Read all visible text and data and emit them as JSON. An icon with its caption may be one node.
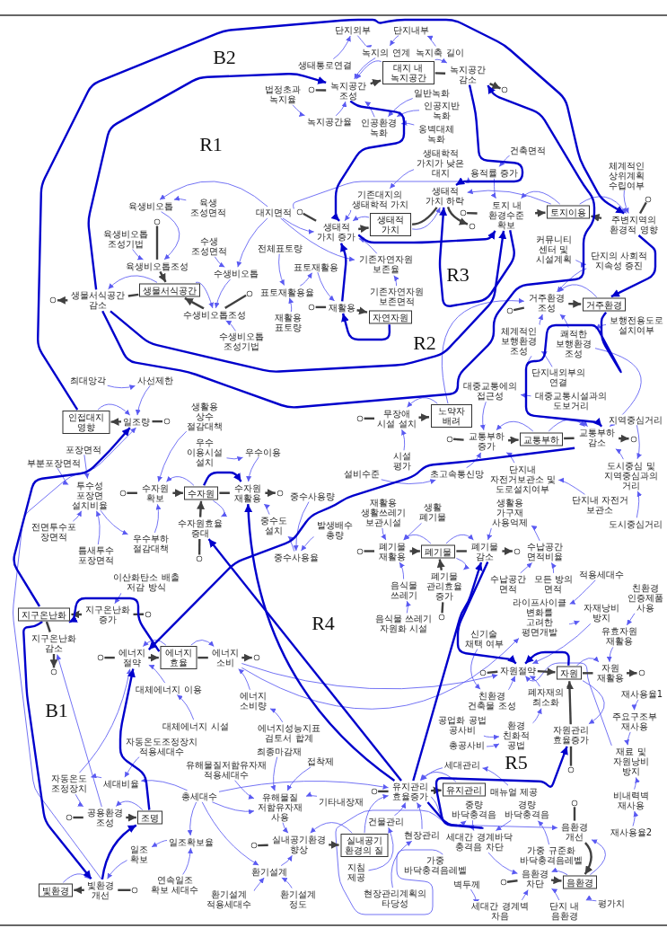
{
  "diagram": {
    "nodes": [
      {
        "text": [
          "단지외부"
        ]
      },
      {
        "text": [
          "단지내부"
        ]
      },
      {
        "text": [
          "생태통로연결"
        ]
      },
      {
        "text": [
          "녹지의 연계"
        ]
      },
      {
        "text": [
          "녹지축 길이"
        ]
      },
      {
        "text": [
          "법정초과 녹지율"
        ]
      },
      {
        "text": [],
        "shape": "circle"
      },
      {
        "text": [
          "녹지공간 조성"
        ]
      },
      {
        "text": [
          "대지 내 녹지공간"
        ]
      },
      {
        "text": [
          "녹지공간 감소"
        ]
      },
      {
        "text": [],
        "shape": "circle"
      },
      {
        "text": [
          "녹지공간율"
        ]
      },
      {
        "text": [
          "일반녹화"
        ]
      },
      {
        "text": [
          "인공환경 녹화"
        ]
      },
      {
        "text": [
          "인공지반 녹화"
        ]
      },
      {
        "text": [
          "옹벽대체 녹화"
        ]
      },
      {
        "text": [
          "건축면적"
        ]
      },
      {
        "text": [
          "생태학적 가치가 낮은 대지"
        ]
      },
      {
        "text": [
          "체계적인 상위계획 수립여부"
        ]
      },
      {
        "text": [
          "용적률 증가"
        ]
      },
      {
        "text": [
          "기존대지의 생태학적 가치"
        ]
      },
      {
        "text": [
          "육생비오톱"
        ]
      },
      {
        "text": [
          "육생 조성면적"
        ]
      },
      {
        "text": [
          "대지면적"
        ]
      },
      {
        "text": [],
        "shape": "circle"
      },
      {
        "text": [
          "생태적 가치 증가"
        ]
      },
      {
        "text": [
          "생태적 가치"
        ]
      },
      {
        "text": [
          "생태적 가치 하락"
        ]
      },
      {
        "text": [],
        "shape": "circle"
      },
      {
        "text": [],
        "shape": "circle"
      },
      {
        "text": [
          "토지 내 환경수준 확보"
        ]
      },
      {
        "text": [
          "토지이용"
        ]
      },
      {
        "text": [
          "주변지역의 환경적 영향"
        ]
      },
      {
        "text": [],
        "shape": "circle"
      },
      {
        "text": [],
        "shape": "circle"
      },
      {
        "text": [
          "육생비오톱 조성기법"
        ]
      },
      {
        "text": [
          "수생 조성면적"
        ]
      },
      {
        "text": [
          "전체표토량"
        ]
      },
      {
        "text": [
          "기존자연자원 보존율"
        ]
      },
      {
        "text": [
          "커뮤니티 센터 및 시설계획"
        ]
      },
      {
        "text": [
          "단지의 사회적 지속성 증진"
        ]
      },
      {
        "text": [
          "육생비오톱조성"
        ]
      },
      {
        "text": [
          "표토재활용"
        ]
      },
      {
        "text": [
          "수생비오톱"
        ]
      },
      {
        "text": [
          "기존자연자원 보존면적"
        ]
      },
      {
        "text": [
          "표토재활용율"
        ]
      },
      {
        "text": [],
        "shape": "circle"
      },
      {
        "text": [
          "생물서식공간 감소"
        ]
      },
      {
        "text": [
          "생물서식공간"
        ]
      },
      {
        "text": [
          "수생비오톱조성"
        ]
      },
      {
        "text": [],
        "shape": "circle"
      },
      {
        "text": [],
        "shape": "circle"
      },
      {
        "text": [
          "재활용"
        ]
      },
      {
        "text": [
          "자연자원"
        ]
      },
      {
        "text": [
          "재활용 표토량"
        ]
      },
      {
        "text": [
          "수생비오톱 조성기법"
        ]
      },
      {
        "text": [],
        "shape": "circle"
      },
      {
        "text": [
          "거주환경 조성"
        ]
      },
      {
        "text": [
          "거주환경"
        ]
      },
      {
        "text": [
          "보행전용도로 설치여부"
        ]
      },
      {
        "text": [
          "체계적인 보행환경 조성"
        ]
      },
      {
        "text": [
          "쾌적한 보행환경 조성"
        ]
      },
      {
        "text": [
          "단지내외부의 연결"
        ]
      },
      {
        "text": [
          "최대앙각"
        ]
      },
      {
        "text": [
          "사선제한"
        ]
      },
      {
        "text": [
          "대중교통에의 접근성"
        ]
      },
      {
        "text": [
          "대중교통시설과의 도보거리"
        ]
      },
      {
        "text": [
          "생활용 상수 절감대책"
        ]
      },
      {
        "text": [
          "인접대지 영향"
        ]
      },
      {
        "text": [],
        "shape": "circle"
      },
      {
        "text": [
          "일조량"
        ]
      },
      {
        "text": [],
        "shape": "circle"
      },
      {
        "text": [
          "무장애 시설 설치"
        ]
      },
      {
        "text": [
          "노약자 배려"
        ]
      },
      {
        "text": [
          "지역중심거리"
        ]
      },
      {
        "text": [],
        "shape": "circle"
      },
      {
        "text": [
          "교통부하 증가"
        ]
      },
      {
        "text": [
          "교통부하"
        ]
      },
      {
        "text": [
          "교통부하 감소"
        ]
      },
      {
        "text": [],
        "shape": "circle"
      },
      {
        "text": [
          "우수 이용시설 설치"
        ]
      },
      {
        "text": [
          "우수이용"
        ]
      },
      {
        "text": [
          "포장면적"
        ]
      },
      {
        "text": [
          "시설 평가"
        ]
      },
      {
        "text": [
          "설비수준"
        ]
      },
      {
        "text": [
          "초고속통신망"
        ]
      },
      {
        "text": [
          "단지내 자전거보관소 및 도로설치여부"
        ]
      },
      {
        "text": [
          "도시중심 및 지역중심과의 거리"
        ]
      },
      {
        "text": [
          "부분포장면적"
        ]
      },
      {
        "text": [
          "투수성 포장면 설치비율"
        ]
      },
      {
        "text": [],
        "shape": "circle"
      },
      {
        "text": [
          "수자원 확보"
        ]
      },
      {
        "text": [
          "수자원"
        ]
      },
      {
        "text": [
          "수자원 재활용"
        ]
      },
      {
        "text": [],
        "shape": "circle"
      },
      {
        "text": [
          "중수사용량"
        ]
      },
      {
        "text": [
          "단지내 자전거 보관소"
        ]
      },
      {
        "text": [
          "전면투수포장면적"
        ]
      },
      {
        "text": [
          "중수도 설치"
        ]
      },
      {
        "text": [
          "수자원효율 증대"
        ]
      },
      {
        "text": [],
        "shape": "circle"
      },
      {
        "text": [
          "우수부하 절감대책"
        ]
      },
      {
        "text": [
          "틈새투수 포장면적"
        ]
      },
      {
        "text": [
          "중수사용율"
        ]
      },
      {
        "text": [
          "발생배수 총량"
        ]
      },
      {
        "text": [
          "재활용 생활쓰레기 보관시설"
        ]
      },
      {
        "text": [
          "생활 폐기물"
        ]
      },
      {
        "text": [
          "생활용 가구재 사용억제"
        ]
      },
      {
        "text": [
          "도시중심거리"
        ]
      },
      {
        "text": [
          "수납공간 면적비율"
        ]
      },
      {
        "text": [],
        "shape": "circle"
      },
      {
        "text": [
          "폐기물 재활용"
        ]
      },
      {
        "text": [
          "폐기물"
        ]
      },
      {
        "text": [
          "폐기물 감소"
        ]
      },
      {
        "text": [],
        "shape": "circle"
      },
      {
        "text": [
          "이산화탄소 배출 저감 방식"
        ]
      },
      {
        "text": [
          "적용세대수"
        ]
      },
      {
        "text": [
          "음식물 쓰레기"
        ]
      },
      {
        "text": [
          "폐기물 관리효율 증가"
        ]
      },
      {
        "text": [
          "수납공간 면적"
        ]
      },
      {
        "text": [
          "모든 방의 면적"
        ]
      },
      {
        "text": [
          "친환경 인증제품 사용"
        ]
      },
      {
        "text": [
          "지구온난화"
        ]
      },
      {
        "text": [
          "지구온난화 증가"
        ]
      },
      {
        "text": [],
        "shape": "circle"
      },
      {
        "text": [
          "라이프사이클 변화를 고려한 평면개발"
        ]
      },
      {
        "text": [
          "자재낭비 방지"
        ]
      },
      {
        "text": [],
        "shape": "circle"
      },
      {
        "text": [
          "음식물 쓰레기 자원화 시설"
        ]
      },
      {
        "text": [
          "유효자원 재활용"
        ]
      },
      {
        "text": [
          "신기술 채택 여부"
        ]
      },
      {
        "text": [
          "지구온난화 감소"
        ]
      },
      {
        "text": [],
        "shape": "circle"
      },
      {
        "text": [],
        "shape": "circle"
      },
      {
        "text": [
          "에너지 절약"
        ]
      },
      {
        "text": [
          "에너지 효율"
        ]
      },
      {
        "text": [
          "에너지 소비"
        ]
      },
      {
        "text": [],
        "shape": "circle"
      },
      {
        "text": [],
        "shape": "circle"
      },
      {
        "text": [
          "자원절약"
        ]
      },
      {
        "text": [
          "자원"
        ]
      },
      {
        "text": [
          "자원 재활용"
        ]
      },
      {
        "text": [],
        "shape": "circle"
      },
      {
        "text": [
          "대체에너지 이용"
        ]
      },
      {
        "text": [
          "재사용율1"
        ]
      },
      {
        "text": [
          "친환경 건축물 조성"
        ]
      },
      {
        "text": [
          "폐자재의 최소화"
        ]
      },
      {
        "text": [
          "에너지 소비량"
        ]
      },
      {
        "text": [
          "공업화 공법 공사비"
        ]
      },
      {
        "text": [
          "주요구조부 재사용"
        ]
      },
      {
        "text": [
          "대체에너지 시설"
        ]
      },
      {
        "text": [
          "환경 친화적 공법"
        ]
      },
      {
        "text": [
          "에너지성능지표 검토서 합계"
        ]
      },
      {
        "text": [
          "자원관리 효율증가"
        ]
      },
      {
        "text": [
          "총공사비"
        ]
      },
      {
        "text": [
          "자동온도조정장치 적용세대수"
        ]
      },
      {
        "text": [
          "유해물질저함유자재 적용세대수"
        ]
      },
      {
        "text": [
          "최종마감재"
        ]
      },
      {
        "text": [
          "접착제"
        ]
      },
      {
        "text": [
          "재료 및 자원낭비 방지"
        ]
      },
      {
        "text": [
          "세대관리"
        ]
      },
      {
        "text": [
          "자동온도 조정장치"
        ]
      },
      {
        "text": [
          "세대비율"
        ]
      },
      {
        "text": [],
        "shape": "circle"
      },
      {
        "text": [
          "총세대수"
        ]
      },
      {
        "text": [
          "매뉴얼 제공"
        ]
      },
      {
        "text": [],
        "shape": "circle"
      },
      {
        "text": [
          "유지관리 효율증가"
        ]
      },
      {
        "text": [
          "유지관리"
        ]
      },
      {
        "text": [
          "기타내장재"
        ]
      },
      {
        "text": [
          "비내력벽 재사용"
        ]
      },
      {
        "text": [
          "유해물질 저함유자재 사용"
        ]
      },
      {
        "text": [],
        "shape": "circle"
      },
      {
        "text": [
          "공용환경 조성"
        ]
      },
      {
        "text": [
          "조명"
        ]
      },
      {
        "text": [
          "건물관리"
        ]
      },
      {
        "text": [
          "현장관리"
        ]
      },
      {
        "text": [
          "중량 바닥충격음"
        ]
      },
      {
        "text": [
          "경량 바닥충격음"
        ]
      },
      {
        "text": [
          "재사용율2"
        ]
      },
      {
        "text": [],
        "shape": "circle"
      },
      {
        "text": [
          "일조확보율"
        ]
      },
      {
        "text": [],
        "shape": "circle"
      },
      {
        "text": [
          "실내공기환경 향상"
        ]
      },
      {
        "text": [
          "실내공기 환경의 질"
        ]
      },
      {
        "text": [
          "음환경 개선"
        ]
      },
      {
        "text": [
          "가중 규준화 바닥충격음레벨"
        ]
      },
      {
        "text": [
          "일조 확보"
        ]
      },
      {
        "text": [
          "세대간 경계바닥 충격음 차단"
        ]
      },
      {
        "text": [
          "가중 바닥충격음레벨"
        ]
      },
      {
        "text": [
          "환기설계"
        ]
      },
      {
        "text": [
          "지침 제공"
        ]
      },
      {
        "text": [
          "현장관리계획의 타당성"
        ]
      },
      {
        "text": [],
        "shape": "circle"
      },
      {
        "text": [
          "음환경 차단"
        ]
      },
      {
        "text": [
          "음환경"
        ]
      },
      {
        "text": [
          "빛환경"
        ]
      },
      {
        "text": [
          "빛환경 개선"
        ]
      },
      {
        "text": [],
        "shape": "circle"
      },
      {
        "text": [
          "연속일조 확보 세대수"
        ]
      },
      {
        "text": [
          "환기설계 적용세대수"
        ]
      },
      {
        "text": [
          "환기설계 정도"
        ]
      },
      {
        "text": [
          "벽두께"
        ]
      },
      {
        "text": [
          "평가치"
        ]
      },
      {
        "text": [
          "세대간 경계벽 차음"
        ]
      },
      {
        "text": [
          "단지 내 음환경"
        ]
      }
    ],
    "edges": [
      {
        "from": 2,
        "to": 0,
        "arrow": "to"
      },
      {
        "from": 4,
        "to": 1,
        "arrow": "to"
      },
      {
        "from": 0,
        "to": 3,
        "arrow": "to"
      },
      {
        "from": 1,
        "to": 3,
        "arrow": "to"
      },
      {
        "from": 3,
        "to": 7,
        "arrow": "to"
      },
      {
        "from": 5,
        "to": 11,
        "arrow": "to"
      },
      {
        "from": 11,
        "to": 7,
        "arrow": "to"
      },
      {
        "from": 13,
        "to": 7,
        "arrow": "to"
      },
      {
        "from": 12,
        "to": 13,
        "arrow": "to"
      },
      {
        "from": 14,
        "to": 13,
        "arrow": "to"
      },
      {
        "from": 15,
        "to": 13,
        "arrow": "to"
      },
      {
        "from": 8,
        "to": 7,
        "arrow": "to"
      },
      {
        "from": 8,
        "to": 9,
        "arrow": "to"
      },
      {
        "from": 6,
        "to": 7,
        "arrow": "none",
        "style": "thick",
        "color": "#404040"
      },
      {
        "from": 7,
        "to": 8,
        "arrow": "to",
        "style": "thick",
        "color": "#404040"
      },
      {
        "from": 8,
        "to": 9,
        "arrow": "none",
        "style": "thick",
        "color": "#404040"
      },
      {
        "from": 9,
        "to": 10,
        "arrow": "to",
        "style": "thick",
        "color": "#404040"
      },
      {
        "from": 17,
        "to": 20,
        "arrow": "to"
      },
      {
        "from": 20,
        "to": 25,
        "arrow": "to"
      },
      {
        "from": 23,
        "to": 25,
        "arrow": "to"
      },
      {
        "from": 38,
        "to": 25,
        "arrow": "to"
      },
      {
        "from": 44,
        "to": 38,
        "arrow": "to"
      },
      {
        "from": 23,
        "to": 38,
        "arrow": "to"
      },
      {
        "from": 26,
        "to": 25,
        "arrow": "to"
      },
      {
        "from": 26,
        "to": 27,
        "arrow": "to"
      },
      {
        "from": 16,
        "to": 19,
        "arrow": "to"
      },
      {
        "from": 23,
        "to": 19,
        "arrow": "to"
      },
      {
        "from": 19,
        "to": 30,
        "arrow": "to"
      },
      {
        "from": 31,
        "to": 30,
        "arrow": "to"
      },
      {
        "from": 31,
        "to": 27,
        "arrow": "to"
      },
      {
        "from": 18,
        "to": 32,
        "arrow": "to"
      },
      {
        "from": 31,
        "to": 32,
        "arrow": "to"
      },
      {
        "from": 24,
        "to": 25,
        "arrow": "none",
        "style": "thick",
        "color": "#404040"
      },
      {
        "from": 25,
        "to": 26,
        "arrow": "to",
        "style": "thick",
        "color": "#404040"
      },
      {
        "from": 26,
        "to": 27,
        "arrow": "none",
        "style": "thick",
        "color": "#404040"
      },
      {
        "from": 27,
        "to": 28,
        "arrow": "to",
        "style": "thick",
        "color": "#404040"
      },
      {
        "from": 29,
        "to": 30,
        "arrow": "none",
        "style": "thick",
        "color": "#404040"
      },
      {
        "from": 30,
        "to": 31,
        "arrow": "to",
        "style": "thick",
        "color": "#404040"
      },
      {
        "from": 33,
        "to": 32,
        "arrow": "none",
        "style": "thick",
        "color": "#404040"
      },
      {
        "from": 32,
        "to": 31,
        "arrow": "to",
        "style": "thick",
        "color": "#404040"
      },
      {
        "from": 22,
        "to": 21,
        "arrow": "to"
      },
      {
        "from": 21,
        "to": 41,
        "arrow": "to"
      },
      {
        "from": 35,
        "to": 41,
        "arrow": "to"
      },
      {
        "from": 23,
        "to": 21,
        "arrow": "to"
      },
      {
        "from": 36,
        "to": 43,
        "arrow": "to"
      },
      {
        "from": 23,
        "to": 43,
        "arrow": "to"
      },
      {
        "from": 43,
        "to": 49,
        "arrow": "to"
      },
      {
        "from": 55,
        "to": 49,
        "arrow": "to"
      },
      {
        "from": 48,
        "to": 47,
        "arrow": "to"
      },
      {
        "from": 48,
        "to": 49,
        "arrow": "to"
      },
      {
        "from": 34,
        "to": 41,
        "arrow": "none",
        "style": "thick",
        "color": "#404040"
      },
      {
        "from": 41,
        "to": 48,
        "arrow": "to",
        "style": "thick",
        "color": "#404040"
      },
      {
        "from": 48,
        "to": 47,
        "arrow": "none",
        "style": "thick",
        "color": "#404040"
      },
      {
        "from": 47,
        "to": 46,
        "arrow": "to",
        "style": "thick",
        "color": "#404040"
      },
      {
        "from": 50,
        "to": 49,
        "arrow": "none",
        "style": "thick",
        "color": "#404040"
      },
      {
        "from": 49,
        "to": 48,
        "arrow": "to",
        "style": "thick",
        "color": "#404040"
      },
      {
        "from": 37,
        "to": 45,
        "arrow": "to"
      },
      {
        "from": 54,
        "to": 45,
        "arrow": "to"
      },
      {
        "from": 45,
        "to": 42,
        "arrow": "to"
      },
      {
        "from": 42,
        "to": 52,
        "arrow": "to"
      },
      {
        "from": 51,
        "to": 52,
        "arrow": "none",
        "style": "thick",
        "color": "#404040"
      },
      {
        "from": 52,
        "to": 53,
        "arrow": "to",
        "style": "thick",
        "color": "#404040"
      },
      {
        "from": 39,
        "to": 40,
        "arrow": "to"
      },
      {
        "from": 40,
        "to": 57,
        "arrow": "to"
      },
      {
        "from": 60,
        "to": 57,
        "arrow": "to"
      },
      {
        "from": 61,
        "to": 57,
        "arrow": "to"
      },
      {
        "from": 62,
        "to": 60,
        "arrow": "to"
      },
      {
        "from": 59,
        "to": 61,
        "arrow": "to"
      },
      {
        "from": 58,
        "to": 57,
        "arrow": "to"
      },
      {
        "from": 73,
        "to": 57,
        "arrow": "to"
      },
      {
        "from": 61,
        "to": 78,
        "arrow": "to"
      },
      {
        "from": 60,
        "to": 78,
        "arrow": "to"
      },
      {
        "from": 66,
        "to": 65,
        "arrow": "to"
      },
      {
        "from": 65,
        "to": 76,
        "arrow": "to"
      },
      {
        "from": 77,
        "to": 76,
        "arrow": "to"
      },
      {
        "from": 77,
        "to": 78,
        "arrow": "to"
      },
      {
        "from": 86,
        "to": 76,
        "arrow": "to"
      },
      {
        "from": 96,
        "to": 86,
        "arrow": "to"
      },
      {
        "from": 87,
        "to": 78,
        "arrow": "to"
      },
      {
        "from": 74,
        "to": 87,
        "arrow": "to"
      },
      {
        "from": 108,
        "to": 87,
        "arrow": "to"
      },
      {
        "from": 85,
        "to": 76,
        "arrow": "to"
      },
      {
        "from": 84,
        "to": 85,
        "arrow": "to"
      },
      {
        "from": 83,
        "to": 72,
        "arrow": "to"
      },
      {
        "from": 73,
        "to": 72,
        "arrow": "to"
      },
      {
        "from": 56,
        "to": 57,
        "arrow": "none",
        "style": "thick",
        "color": "#404040"
      },
      {
        "from": 57,
        "to": 58,
        "arrow": "to",
        "style": "thick",
        "color": "#404040"
      },
      {
        "from": 71,
        "to": 72,
        "arrow": "none",
        "style": "thick",
        "color": "#404040"
      },
      {
        "from": 72,
        "to": 73,
        "arrow": "to",
        "style": "thick",
        "color": "#404040"
      },
      {
        "from": 75,
        "to": 76,
        "arrow": "none",
        "style": "thick",
        "color": "#404040"
      },
      {
        "from": 76,
        "to": 77,
        "arrow": "to",
        "style": "thick",
        "color": "#404040"
      },
      {
        "from": 77,
        "to": 78,
        "arrow": "none",
        "style": "thick",
        "color": "#404040"
      },
      {
        "from": 78,
        "to": 79,
        "arrow": "to",
        "style": "thick",
        "color": "#404040"
      },
      {
        "from": 63,
        "to": 64,
        "arrow": "to"
      },
      {
        "from": 64,
        "to": 70,
        "arrow": "to"
      },
      {
        "from": 68,
        "to": 70,
        "arrow": "to"
      },
      {
        "from": 197,
        "to": 70,
        "arrow": "to"
      },
      {
        "from": 69,
        "to": 70,
        "arrow": "none",
        "style": "thick",
        "color": "#404040"
      },
      {
        "from": 70,
        "to": 68,
        "arrow": "to",
        "style": "thick",
        "color": "#404040"
      },
      {
        "from": 67,
        "to": 91,
        "arrow": "to"
      },
      {
        "from": 80,
        "to": 81,
        "arrow": "to"
      },
      {
        "from": 81,
        "to": 93,
        "arrow": "to"
      },
      {
        "from": 89,
        "to": 101,
        "arrow": "to"
      },
      {
        "from": 101,
        "to": 91,
        "arrow": "to"
      },
      {
        "from": 82,
        "to": 89,
        "arrow": "to"
      },
      {
        "from": 88,
        "to": 89,
        "arrow": "to"
      },
      {
        "from": 97,
        "to": 89,
        "arrow": "to"
      },
      {
        "from": 102,
        "to": 89,
        "arrow": "to"
      },
      {
        "from": 92,
        "to": 91,
        "arrow": "to"
      },
      {
        "from": 95,
        "to": 103,
        "arrow": "to"
      },
      {
        "from": 103,
        "to": 98,
        "arrow": "to"
      },
      {
        "from": 98,
        "to": 93,
        "arrow": "to"
      },
      {
        "from": 92,
        "to": 99,
        "arrow": "to"
      },
      {
        "from": 104,
        "to": 103,
        "arrow": "to"
      },
      {
        "from": 115,
        "to": 123,
        "arrow": "to"
      },
      {
        "from": 90,
        "to": 91,
        "arrow": "none",
        "style": "thick",
        "color": "#404040"
      },
      {
        "from": 91,
        "to": 92,
        "arrow": "to",
        "style": "thick",
        "color": "#404040"
      },
      {
        "from": 92,
        "to": 93,
        "arrow": "none",
        "style": "thick",
        "color": "#404040"
      },
      {
        "from": 93,
        "to": 94,
        "arrow": "to",
        "style": "thick",
        "color": "#404040"
      },
      {
        "from": 100,
        "to": 99,
        "arrow": "none",
        "style": "thick",
        "color": "#404040"
      },
      {
        "from": 99,
        "to": 92,
        "arrow": "to",
        "style": "thick",
        "color": "#404040"
      },
      {
        "from": 105,
        "to": 111,
        "arrow": "to"
      },
      {
        "from": 106,
        "to": 111,
        "arrow": "to"
      },
      {
        "from": 112,
        "to": 111,
        "arrow": "to"
      },
      {
        "from": 112,
        "to": 113,
        "arrow": "to"
      },
      {
        "from": 117,
        "to": 111,
        "arrow": "to"
      },
      {
        "from": 128,
        "to": 117,
        "arrow": "to"
      },
      {
        "from": 109,
        "to": 107,
        "arrow": "to"
      },
      {
        "from": 107,
        "to": 113,
        "arrow": "to"
      },
      {
        "from": 119,
        "to": 109,
        "arrow": "to"
      },
      {
        "from": 120,
        "to": 109,
        "arrow": "to"
      },
      {
        "from": 116,
        "to": 125,
        "arrow": "to"
      },
      {
        "from": 121,
        "to": 129,
        "arrow": "to"
      },
      {
        "from": 112,
        "to": 118,
        "arrow": "to"
      },
      {
        "from": 110,
        "to": 111,
        "arrow": "none",
        "style": "thick",
        "color": "#404040"
      },
      {
        "from": 111,
        "to": 112,
        "arrow": "to",
        "style": "thick",
        "color": "#404040"
      },
      {
        "from": 112,
        "to": 113,
        "arrow": "none",
        "style": "thick",
        "color": "#404040"
      },
      {
        "from": 113,
        "to": 114,
        "arrow": "to",
        "style": "thick",
        "color": "#404040"
      },
      {
        "from": 127,
        "to": 118,
        "arrow": "none",
        "style": "thick",
        "color": "#404040"
      },
      {
        "from": 118,
        "to": 112,
        "arrow": "to",
        "style": "thick",
        "color": "#404040"
      },
      {
        "from": 125,
        "to": 126,
        "arrow": "to"
      },
      {
        "from": 126,
        "to": 139,
        "arrow": "to"
      },
      {
        "from": 130,
        "to": 145,
        "arrow": "to"
      },
      {
        "from": 145,
        "to": 139,
        "arrow": "to"
      },
      {
        "from": 146,
        "to": 139,
        "arrow": "to"
      },
      {
        "from": 151,
        "to": 146,
        "arrow": "to"
      },
      {
        "from": 148,
        "to": 151,
        "arrow": "to"
      },
      {
        "from": 154,
        "to": 151,
        "arrow": "to"
      },
      {
        "from": 140,
        "to": 141,
        "arrow": "to"
      },
      {
        "from": 129,
        "to": 141,
        "arrow": "to"
      },
      {
        "from": 144,
        "to": 149,
        "arrow": "to"
      },
      {
        "from": 149,
        "to": 159,
        "arrow": "to"
      },
      {
        "from": 170,
        "to": 159,
        "arrow": "to"
      },
      {
        "from": 179,
        "to": 170,
        "arrow": "to"
      },
      {
        "from": 159,
        "to": 139,
        "arrow": "to"
      },
      {
        "from": 140,
        "to": 153,
        "arrow": "to"
      },
      {
        "from": 136,
        "to": 139,
        "arrow": "to"
      },
      {
        "from": 136,
        "to": 125,
        "arrow": "to"
      },
      {
        "from": 138,
        "to": 139,
        "arrow": "none",
        "style": "thick",
        "color": "#404040"
      },
      {
        "from": 139,
        "to": 140,
        "arrow": "to",
        "style": "thick",
        "color": "#404040"
      },
      {
        "from": 140,
        "to": 141,
        "arrow": "none",
        "style": "thick",
        "color": "#404040"
      },
      {
        "from": 141,
        "to": 142,
        "arrow": "to",
        "style": "thick",
        "color": "#404040"
      },
      {
        "from": 163,
        "to": 153,
        "arrow": "none",
        "style": "thick",
        "color": "#404040"
      },
      {
        "from": 153,
        "to": 140,
        "arrow": "to",
        "style": "thick",
        "color": "#404040"
      },
      {
        "from": 160,
        "to": 167,
        "arrow": "to"
      },
      {
        "from": 165,
        "to": 160,
        "arrow": "to"
      },
      {
        "from": 168,
        "to": 167,
        "arrow": "to"
      },
      {
        "from": 175,
        "to": 167,
        "arrow": "to"
      },
      {
        "from": 176,
        "to": 167,
        "arrow": "to"
      },
      {
        "from": 191,
        "to": 175,
        "arrow": "to"
      },
      {
        "from": 192,
        "to": 176,
        "arrow": "to"
      },
      {
        "from": 184,
        "to": 167,
        "arrow": "to"
      },
      {
        "from": 167,
        "to": 185,
        "arrow": "to"
      },
      {
        "from": 164,
        "to": 167,
        "arrow": "to"
      },
      {
        "from": 166,
        "to": 167,
        "arrow": "none",
        "style": "thick",
        "color": "#404040"
      },
      {
        "from": 167,
        "to": 168,
        "arrow": "to",
        "style": "thick",
        "color": "#404040"
      },
      {
        "from": 177,
        "to": 188,
        "arrow": "to"
      },
      {
        "from": 178,
        "to": 188,
        "arrow": "to"
      },
      {
        "from": 186,
        "to": 178,
        "arrow": "to"
      },
      {
        "from": 189,
        "to": 177,
        "arrow": "to"
      },
      {
        "from": 188,
        "to": 194,
        "arrow": "to"
      },
      {
        "from": 204,
        "to": 194,
        "arrow": "to"
      },
      {
        "from": 205,
        "to": 194,
        "arrow": "to"
      },
      {
        "from": 202,
        "to": 204,
        "arrow": "to"
      },
      {
        "from": 203,
        "to": 205,
        "arrow": "to"
      },
      {
        "from": 195,
        "to": 194,
        "arrow": "to"
      },
      {
        "from": 195,
        "to": 185,
        "arrow": "to"
      },
      {
        "from": 193,
        "to": 194,
        "arrow": "none",
        "style": "thick",
        "color": "#404040"
      },
      {
        "from": 194,
        "to": 195,
        "arrow": "to",
        "style": "thick",
        "color": "#404040"
      },
      {
        "from": 180,
        "to": 185,
        "arrow": "none",
        "style": "thick",
        "color": "#404040"
      },
      {
        "from": 185,
        "to": 195,
        "arrow": "to",
        "style": "thick",
        "color": "#404040"
      },
      {
        "from": 143,
        "to": 134,
        "arrow": "to"
      },
      {
        "from": 150,
        "to": 143,
        "arrow": "to"
      },
      {
        "from": 147,
        "to": 136,
        "arrow": "to"
      },
      {
        "from": 152,
        "to": 147,
        "arrow": "to"
      },
      {
        "from": 135,
        "to": 134,
        "arrow": "to"
      },
      {
        "from": 135,
        "to": 136,
        "arrow": "to"
      },
      {
        "from": 161,
        "to": 134,
        "arrow": "to"
      },
      {
        "from": 155,
        "to": 162,
        "arrow": "to"
      },
      {
        "from": 162,
        "to": 161,
        "arrow": "to"
      },
      {
        "from": 164,
        "to": 162,
        "arrow": "to"
      },
      {
        "from": 164,
        "to": 181,
        "arrow": "to"
      },
      {
        "from": 164,
        "to": 171,
        "arrow": "to"
      },
      {
        "from": 164,
        "to": 190,
        "arrow": "to"
      },
      {
        "from": 156,
        "to": 171,
        "arrow": "to"
      },
      {
        "from": 157,
        "to": 171,
        "arrow": "to"
      },
      {
        "from": 158,
        "to": 171,
        "arrow": "to"
      },
      {
        "from": 169,
        "to": 171,
        "arrow": "to"
      },
      {
        "from": 171,
        "to": 183,
        "arrow": "to"
      },
      {
        "from": 190,
        "to": 183,
        "arrow": "to"
      },
      {
        "from": 184,
        "to": 183,
        "arrow": "to"
      },
      {
        "from": 200,
        "to": 190,
        "arrow": "to"
      },
      {
        "from": 201,
        "to": 190,
        "arrow": "to"
      },
      {
        "from": 181,
        "to": 187,
        "arrow": "to"
      },
      {
        "from": 199,
        "to": 181,
        "arrow": "to"
      },
      {
        "from": 187,
        "to": 197,
        "arrow": "to"
      },
      {
        "from": 161,
        "to": 173,
        "arrow": "to"
      },
      {
        "from": 174,
        "to": 173,
        "arrow": "to"
      },
      {
        "from": 196,
        "to": 197,
        "arrow": "to"
      },
      {
        "from": 173,
        "to": 131,
        "arrow": "to"
      },
      {
        "from": 133,
        "to": 134,
        "arrow": "none",
        "style": "thick",
        "color": "#404040"
      },
      {
        "from": 134,
        "to": 135,
        "arrow": "to",
        "style": "thick",
        "color": "#404040"
      },
      {
        "from": 135,
        "to": 136,
        "arrow": "none",
        "style": "thick",
        "color": "#404040"
      },
      {
        "from": 136,
        "to": 137,
        "arrow": "to",
        "style": "thick",
        "color": "#404040"
      },
      {
        "from": 124,
        "to": 123,
        "arrow": "none",
        "style": "thick",
        "color": "#404040"
      },
      {
        "from": 123,
        "to": 122,
        "arrow": "to",
        "style": "thick",
        "color": "#404040"
      },
      {
        "from": 122,
        "to": 131,
        "arrow": "none",
        "style": "thick",
        "color": "#404040"
      },
      {
        "from": 131,
        "to": 132,
        "arrow": "to",
        "style": "thick",
        "color": "#404040"
      },
      {
        "from": 172,
        "to": 173,
        "arrow": "none",
        "style": "thick",
        "color": "#404040"
      },
      {
        "from": 173,
        "to": 174,
        "arrow": "to",
        "style": "thick",
        "color": "#404040"
      },
      {
        "from": 198,
        "to": 197,
        "arrow": "none",
        "style": "thick",
        "color": "#404040"
      },
      {
        "from": 197,
        "to": 196,
        "arrow": "to",
        "style": "thick",
        "color": "#404040"
      },
      {
        "from": 182,
        "to": 183,
        "arrow": "none",
        "style": "thick",
        "color": "#404040"
      },
      {
        "from": 183,
        "to": 184,
        "arrow": "to",
        "style": "thick",
        "color": "#404040"
      },
      {
        "from": 68,
        "to": 32,
        "arrow": "to",
        "style": "thick",
        "color": "#0000cc"
      },
      {
        "from": 47,
        "to": 7,
        "arrow": "to",
        "style": "thick",
        "color": "#0000cc"
      },
      {
        "from": 7,
        "to": 25,
        "arrow": "to",
        "style": "thick",
        "color": "#0000cc"
      },
      {
        "from": 9,
        "to": 27,
        "arrow": "to",
        "style": "thick",
        "color": "#0000cc"
      },
      {
        "from": 25,
        "to": 30,
        "arrow": "to",
        "style": "thick",
        "color": "#0000cc"
      },
      {
        "from": 30,
        "to": 27,
        "arrow": "to",
        "style": "thick",
        "color": "#0000cc"
      },
      {
        "from": 52,
        "to": 25,
        "arrow": "to",
        "style": "thick",
        "color": "#0000cc"
      },
      {
        "from": 53,
        "to": 52,
        "arrow": "to",
        "style": "thick",
        "color": "#0000cc"
      },
      {
        "from": 47,
        "to": 30,
        "arrow": "to",
        "style": "thick",
        "color": "#0000cc"
      },
      {
        "from": 47,
        "to": 9,
        "arrow": "to",
        "style": "thick",
        "color": "#0000cc"
      },
      {
        "from": 32,
        "to": 58,
        "arrow": "to",
        "style": "thick",
        "color": "#0000cc"
      },
      {
        "from": 58,
        "to": 78,
        "arrow": "to",
        "style": "thick",
        "color": "#0000cc"
      },
      {
        "from": 78,
        "to": 134,
        "arrow": "to",
        "style": "thick",
        "color": "#0000cc"
      },
      {
        "from": 135,
        "to": 122,
        "arrow": "to",
        "style": "thick",
        "color": "#0000cc"
      },
      {
        "from": 122,
        "to": 197,
        "arrow": "to",
        "style": "thick",
        "color": "#0000cc"
      },
      {
        "from": 197,
        "to": 174,
        "arrow": "to",
        "style": "thick",
        "color": "#0000cc"
      },
      {
        "from": 174,
        "to": 134,
        "arrow": "to",
        "style": "thick",
        "color": "#0000cc"
      },
      {
        "from": 122,
        "to": 70,
        "arrow": "to",
        "style": "thick",
        "color": "#0000cc"
      },
      {
        "from": 167,
        "to": 99,
        "arrow": "to",
        "style": "thick",
        "color": "#0000cc"
      },
      {
        "from": 167,
        "to": 93,
        "arrow": "to",
        "style": "thick",
        "color": "#0000cc"
      },
      {
        "from": 92,
        "to": 93,
        "arrow": "to",
        "style": "thick",
        "color": "#0000cc"
      },
      {
        "from": 167,
        "to": 113,
        "arrow": "to",
        "style": "thick",
        "color": "#0000cc"
      },
      {
        "from": 113,
        "to": 139,
        "arrow": "to",
        "style": "thick",
        "color": "#0000cc"
      },
      {
        "from": 140,
        "to": 139,
        "arrow": "to",
        "style": "thick",
        "color": "#0000cc"
      },
      {
        "from": 167,
        "to": 153,
        "arrow": "to",
        "style": "thick",
        "color": "#0000cc"
      }
    ],
    "labels": [
      "B2",
      "R1",
      "R3",
      "R2",
      "R4",
      "B1",
      "R5"
    ]
  }
}
